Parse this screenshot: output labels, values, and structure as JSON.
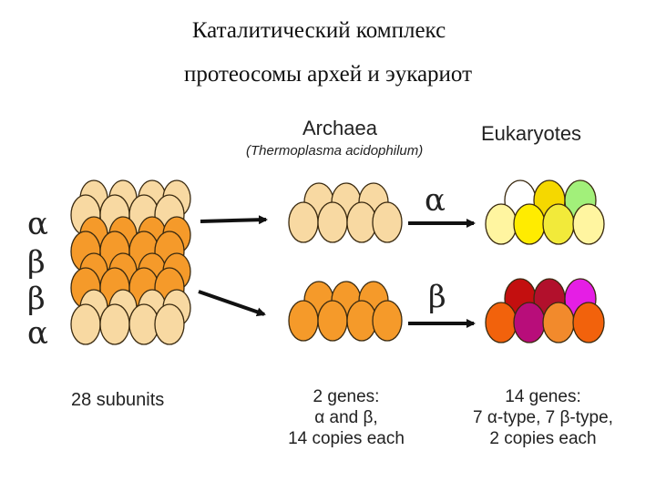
{
  "title": {
    "line1": "Каталитический комплекс",
    "line2": "протеосомы архей и эукариот"
  },
  "headers": {
    "archaea": "Archaea",
    "archaea_species": "(Thermoplasma acidophilum)",
    "eukaryotes": "Eukaryotes"
  },
  "ring_labels": [
    "α",
    "β",
    "β",
    "α"
  ],
  "arrow_labels": {
    "alpha": "α",
    "beta": "β"
  },
  "captions": {
    "left": "28 subunits",
    "archaea": [
      "2 genes:",
      "α and β,",
      "14 copies each"
    ],
    "eukaryotes": [
      "14 genes:",
      "7 α-type, 7 β-type,",
      "2 copies each"
    ]
  },
  "colors": {
    "alpha_subunit": "#f8d9a2",
    "beta_subunit": "#f59a2a",
    "euk_alpha": [
      "#ffffff",
      "#f5d800",
      "#a2f07a",
      "#fff5a0",
      "#ffec00",
      "#f2ea3a"
    ],
    "euk_beta": [
      "#c30f0f",
      "#b2102c",
      "#e51ee5",
      "#f2620c",
      "#b80d7a",
      "#f28a2c"
    ]
  }
}
